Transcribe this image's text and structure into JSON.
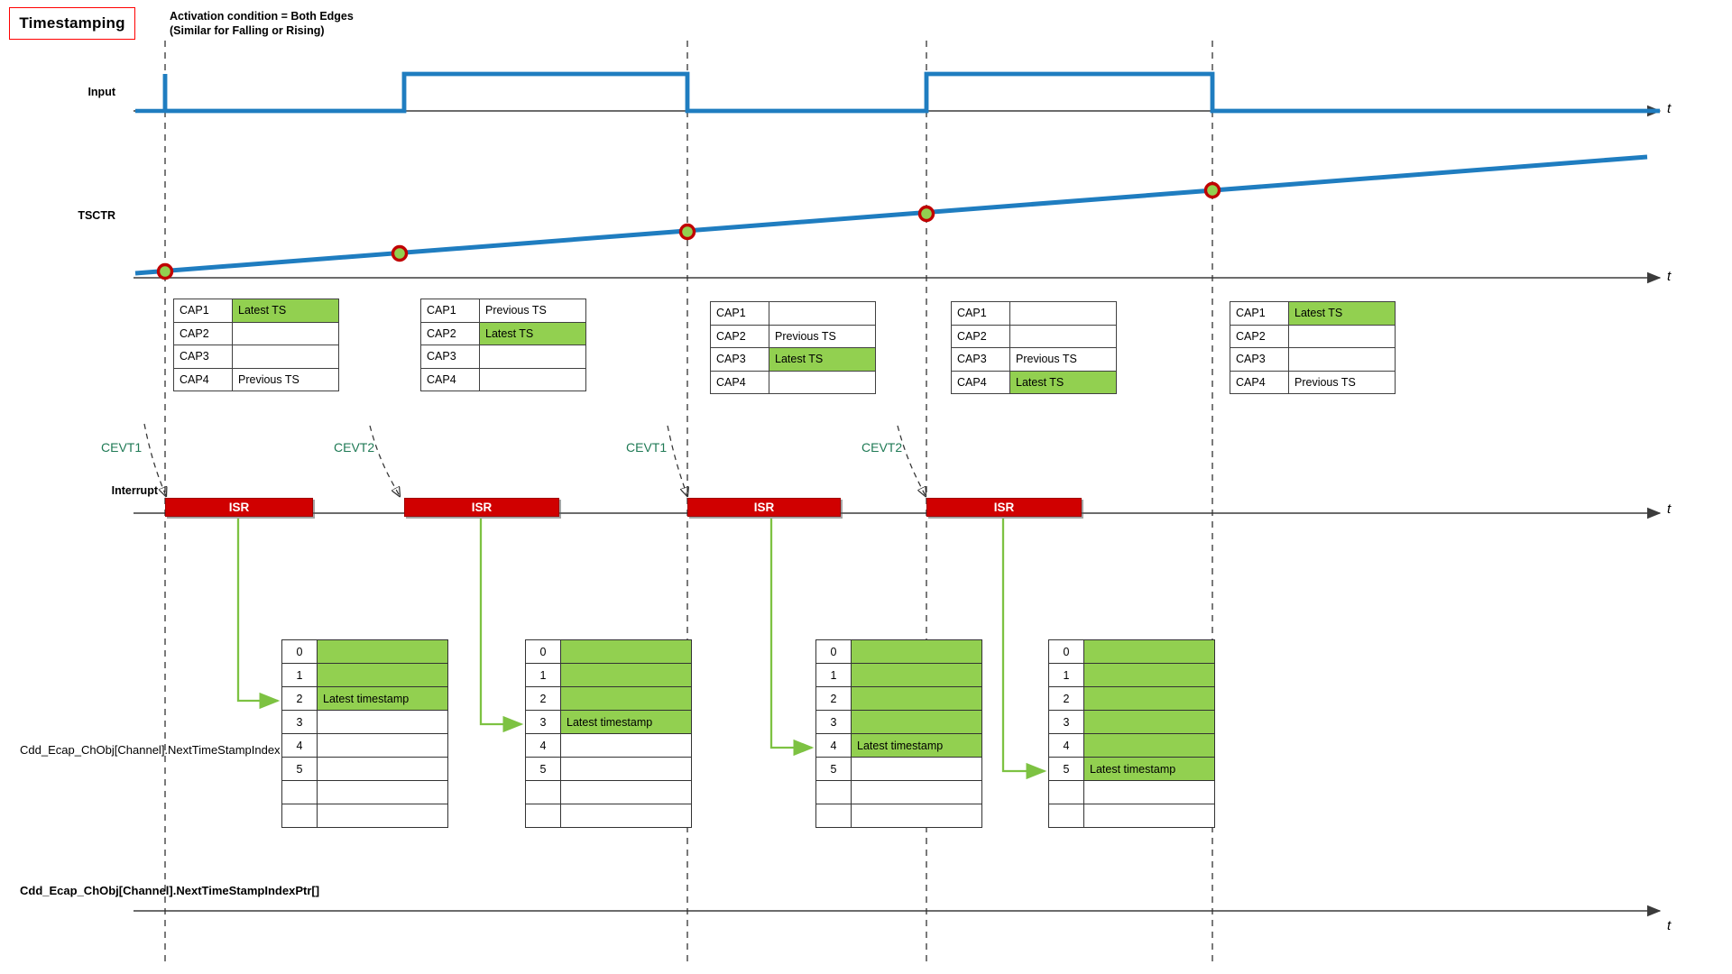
{
  "title": "Timestamping",
  "condition_note_line1": "Activation condition = Both Edges",
  "condition_note_line2": "(Similar for Falling or Rising)",
  "axis_labels": {
    "input": "Input",
    "tsctr": "TSCTR",
    "interrupt": "Interrupt",
    "time_letter": "t"
  },
  "colors": {
    "signal_blue": "#1F7DC0",
    "green_fill": "#92D050",
    "isr_red": "#D00000",
    "cevt_teal": "#1F7A55",
    "arrow_green": "#7DC242",
    "marker_red": "#C00000",
    "marker_green": "#92D050",
    "title_border_red": "#FF0000"
  },
  "cevt_markers": [
    {
      "label": "CEVT1"
    },
    {
      "label": "CEVT2"
    },
    {
      "label": "CEVT1"
    },
    {
      "label": "CEVT2"
    }
  ],
  "isr_blocks": [
    {
      "label": "ISR"
    },
    {
      "label": "ISR"
    },
    {
      "label": "ISR"
    },
    {
      "label": "ISR"
    }
  ],
  "cap_register_keys": [
    "CAP1",
    "CAP2",
    "CAP3",
    "CAP4"
  ],
  "cap_tables": [
    {
      "rows": [
        {
          "key": "CAP1",
          "value": "Latest TS",
          "highlight": true
        },
        {
          "key": "CAP2",
          "value": "",
          "highlight": false
        },
        {
          "key": "CAP3",
          "value": "",
          "highlight": false
        },
        {
          "key": "CAP4",
          "value": "Previous TS",
          "highlight": false
        }
      ]
    },
    {
      "rows": [
        {
          "key": "CAP1",
          "value": "Previous TS",
          "highlight": false
        },
        {
          "key": "CAP2",
          "value": "Latest TS",
          "highlight": true
        },
        {
          "key": "CAP3",
          "value": "",
          "highlight": false
        },
        {
          "key": "CAP4",
          "value": "",
          "highlight": false
        }
      ]
    },
    {
      "rows": [
        {
          "key": "CAP1",
          "value": "",
          "highlight": false
        },
        {
          "key": "CAP2",
          "value": "Previous TS",
          "highlight": false
        },
        {
          "key": "CAP3",
          "value": "Latest TS",
          "highlight": true
        },
        {
          "key": "CAP4",
          "value": "",
          "highlight": false
        }
      ]
    },
    {
      "rows": [
        {
          "key": "CAP1",
          "value": "",
          "highlight": false
        },
        {
          "key": "CAP2",
          "value": "",
          "highlight": false
        },
        {
          "key": "CAP3",
          "value": "Previous TS",
          "highlight": false
        },
        {
          "key": "CAP4",
          "value": "Latest TS",
          "highlight": true
        }
      ]
    },
    {
      "rows": [
        {
          "key": "CAP1",
          "value": "Latest TS",
          "highlight": true
        },
        {
          "key": "CAP2",
          "value": "",
          "highlight": false
        },
        {
          "key": "CAP3",
          "value": "",
          "highlight": false
        },
        {
          "key": "CAP4",
          "value": "Previous TS",
          "highlight": false
        }
      ]
    }
  ],
  "timestamp_label": "Latest timestamp",
  "index_tables": [
    {
      "rows": [
        {
          "index": "0",
          "value": "",
          "highlight": true
        },
        {
          "index": "1",
          "value": "",
          "highlight": true
        },
        {
          "index": "2",
          "value": "Latest timestamp",
          "highlight": true
        },
        {
          "index": "3",
          "value": "",
          "highlight": false
        },
        {
          "index": "4",
          "value": "",
          "highlight": false
        },
        {
          "index": "5",
          "value": "",
          "highlight": false
        },
        {
          "index": "",
          "value": "",
          "highlight": false
        },
        {
          "index": "",
          "value": "",
          "highlight": false
        }
      ]
    },
    {
      "rows": [
        {
          "index": "0",
          "value": "",
          "highlight": true
        },
        {
          "index": "1",
          "value": "",
          "highlight": true
        },
        {
          "index": "2",
          "value": "",
          "highlight": true
        },
        {
          "index": "3",
          "value": "Latest timestamp",
          "highlight": true
        },
        {
          "index": "4",
          "value": "",
          "highlight": false
        },
        {
          "index": "5",
          "value": "",
          "highlight": false
        },
        {
          "index": "",
          "value": "",
          "highlight": false
        },
        {
          "index": "",
          "value": "",
          "highlight": false
        }
      ]
    },
    {
      "rows": [
        {
          "index": "0",
          "value": "",
          "highlight": true
        },
        {
          "index": "1",
          "value": "",
          "highlight": true
        },
        {
          "index": "2",
          "value": "",
          "highlight": true
        },
        {
          "index": "3",
          "value": "",
          "highlight": true
        },
        {
          "index": "4",
          "value": "Latest timestamp",
          "highlight": true
        },
        {
          "index": "5",
          "value": "",
          "highlight": false
        },
        {
          "index": "",
          "value": "",
          "highlight": false
        },
        {
          "index": "",
          "value": "",
          "highlight": false
        }
      ]
    },
    {
      "rows": [
        {
          "index": "0",
          "value": "",
          "highlight": true
        },
        {
          "index": "1",
          "value": "",
          "highlight": true
        },
        {
          "index": "2",
          "value": "",
          "highlight": true
        },
        {
          "index": "3",
          "value": "",
          "highlight": true
        },
        {
          "index": "4",
          "value": "",
          "highlight": true
        },
        {
          "index": "5",
          "value": "Latest timestamp",
          "highlight": true
        },
        {
          "index": "",
          "value": "",
          "highlight": false
        },
        {
          "index": "",
          "value": "",
          "highlight": false
        }
      ]
    }
  ],
  "variable_labels": {
    "next_timestamp_index": "Cdd_Ecap_ChObj[Channel].NextTimeStampIndex",
    "next_timestamp_index_ptr": "Cdd_Ecap_ChObj[Channel].NextTimeStampIndexPtr[]"
  }
}
